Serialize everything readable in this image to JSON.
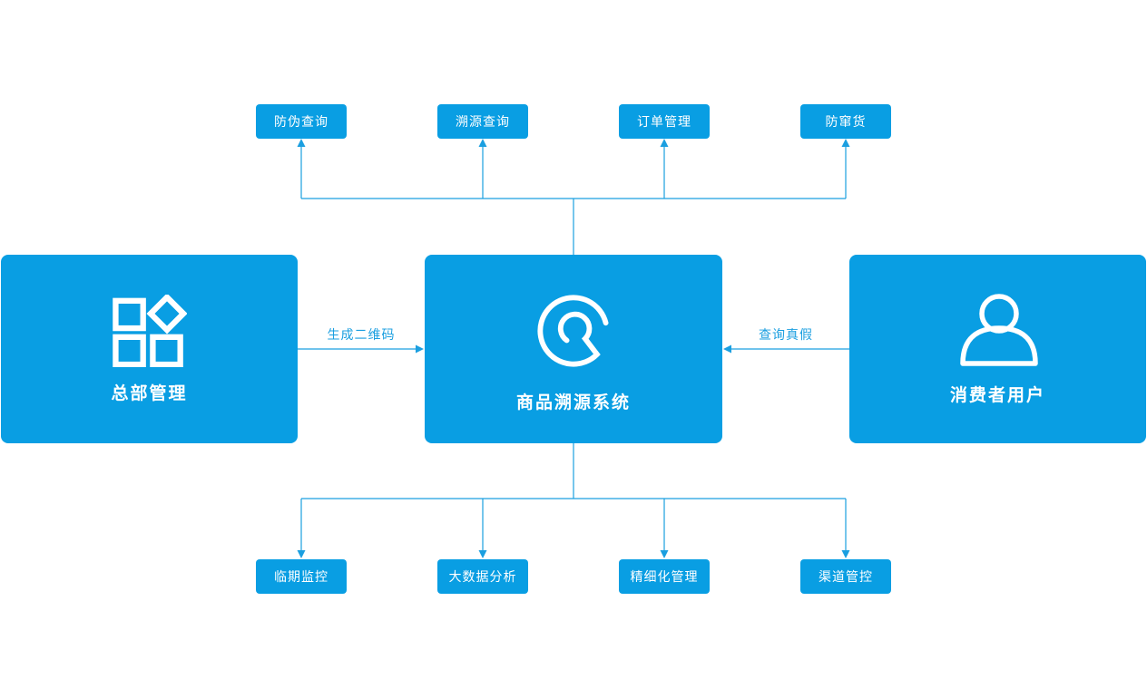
{
  "colors": {
    "node_fill": "#099ee3",
    "connector": "#1b9fe0",
    "node_text": "#ffffff",
    "canvas_bg": "#ffffff"
  },
  "nodes": {
    "top": [
      {
        "label": "防伪查询"
      },
      {
        "label": "溯源查询"
      },
      {
        "label": "订单管理"
      },
      {
        "label": "防窜货"
      }
    ],
    "main": [
      {
        "id": "headquarters",
        "label": "总部管理",
        "icon": "app-grid-icon"
      },
      {
        "id": "trace-system",
        "label": "商品溯源系统",
        "icon": "trace-scan-icon"
      },
      {
        "id": "consumer",
        "label": "消费者用户",
        "icon": "user-icon"
      }
    ],
    "bottom": [
      {
        "label": "临期监控"
      },
      {
        "label": "大数据分析"
      },
      {
        "label": "精细化管理"
      },
      {
        "label": "渠道管控"
      }
    ]
  },
  "edges": {
    "generate_qr": {
      "label": "生成二维码"
    },
    "check_auth": {
      "label": "查询真假"
    }
  }
}
